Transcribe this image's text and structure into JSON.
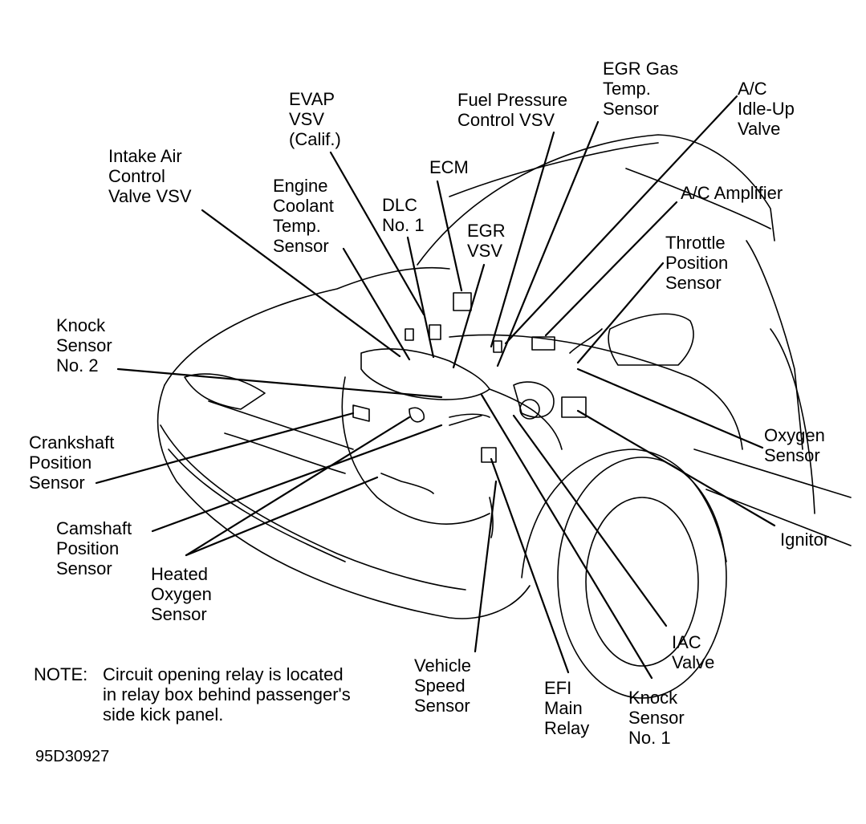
{
  "labels": {
    "evap_vsv": "EVAP\nVSV\n(Calif.)",
    "fuel_pressure_vsv": "Fuel Pressure\nControl VSV",
    "egr_gas_temp": "EGR Gas\nTemp.\nSensor",
    "ac_idle_up": "A/C\nIdle-Up\nValve",
    "intake_air_vsv": "Intake Air\nControl\nValve VSV",
    "ecm": "ECM",
    "engine_coolant": "Engine\nCoolant\nTemp.\nSensor",
    "dlc": "DLC\nNo. 1",
    "egr_vsv": "EGR\nVSV",
    "ac_amplifier": "A/C Amplifier",
    "throttle_position": "Throttle\nPosition\nSensor",
    "knock_sensor_2": "Knock\nSensor\nNo. 2",
    "crankshaft": "Crankshaft\nPosition\nSensor",
    "oxygen_sensor": "Oxygen\nSensor",
    "camshaft": "Camshaft\nPosition\nSensor",
    "ignitor": "Ignitor",
    "heated_oxygen": "Heated\nOxygen\nSensor",
    "iac_valve": "IAC\nValve",
    "vehicle_speed": "Vehicle\nSpeed\nSensor",
    "efi_main_relay": "EFI\nMain\nRelay",
    "knock_sensor_1": "Knock\nSensor\nNo. 1"
  },
  "note": {
    "prefix": "NOTE:",
    "line1": "Circuit opening relay is located",
    "line2": "in relay box behind passenger's",
    "line3": "side kick panel."
  },
  "figure_code": "95D30927"
}
